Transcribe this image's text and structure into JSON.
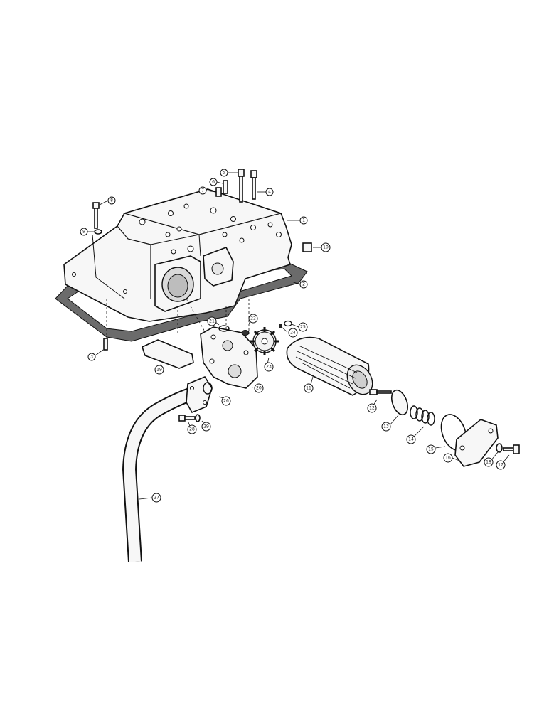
{
  "diagram": {
    "style_colors": {
      "ink": "#111111",
      "gasket": "#6b6b6b",
      "paper": "#ffffff"
    },
    "callouts": [
      {
        "id": "c5",
        "label": "5"
      },
      {
        "id": "c6a",
        "label": "6"
      },
      {
        "id": "c7",
        "label": "7"
      },
      {
        "id": "c4",
        "label": "4"
      },
      {
        "id": "c8",
        "label": "8"
      },
      {
        "id": "c9",
        "label": "9"
      },
      {
        "id": "c1",
        "label": "1"
      },
      {
        "id": "c10",
        "label": "10"
      },
      {
        "id": "c2",
        "label": "2"
      },
      {
        "id": "c22",
        "label": "22"
      },
      {
        "id": "c21",
        "label": "21"
      },
      {
        "id": "c24",
        "label": "24"
      },
      {
        "id": "c25",
        "label": "25"
      },
      {
        "id": "c3",
        "label": "3"
      },
      {
        "id": "c23",
        "label": "23"
      },
      {
        "id": "c19",
        "label": "19"
      },
      {
        "id": "c11",
        "label": "11"
      },
      {
        "id": "c20",
        "label": "20"
      },
      {
        "id": "c26",
        "label": "26"
      },
      {
        "id": "c12",
        "label": "12"
      },
      {
        "id": "c29",
        "label": "29"
      },
      {
        "id": "c28",
        "label": "28"
      },
      {
        "id": "c13",
        "label": "13"
      },
      {
        "id": "c14",
        "label": "14"
      },
      {
        "id": "c15",
        "label": "15"
      },
      {
        "id": "c16",
        "label": "16"
      },
      {
        "id": "c18",
        "label": "18"
      },
      {
        "id": "c17",
        "label": "17"
      },
      {
        "id": "c27",
        "label": "27"
      }
    ]
  }
}
